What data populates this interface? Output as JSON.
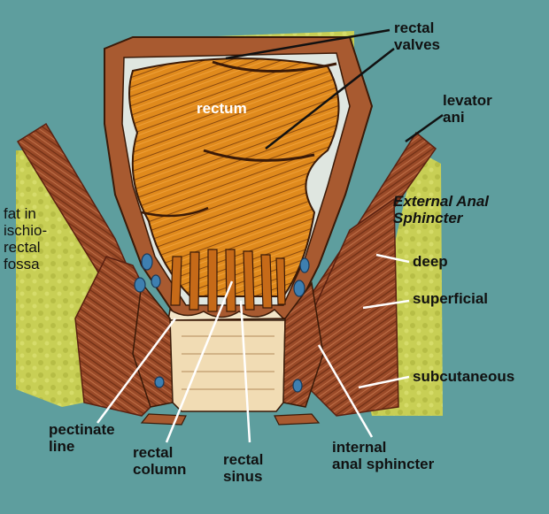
{
  "labels": {
    "rectal_valves": [
      "rectal",
      "valves"
    ],
    "rectum": "rectum",
    "levator_ani": [
      "levator",
      "ani"
    ],
    "fat_fossa": [
      "fat in",
      "ischio-",
      "rectal",
      "fossa"
    ],
    "external_anal_sphincter": [
      "External Anal",
      "Sphincter"
    ],
    "deep": "deep",
    "superficial": "superficial",
    "subcutaneous": "subcutaneous",
    "pectinate_line": [
      "pectinate",
      "line"
    ],
    "rectal_column": [
      "rectal",
      "column"
    ],
    "rectal_sinus": [
      "rectal",
      "sinus"
    ],
    "internal_anal_sphincter": [
      "internal",
      "anal sphincter"
    ]
  },
  "colors": {
    "background": "#5e9e9e",
    "fat": "#c8cf55",
    "muscle": "#9a4a28",
    "rectum": "#e08a1c",
    "wall": "#a85a30"
  }
}
